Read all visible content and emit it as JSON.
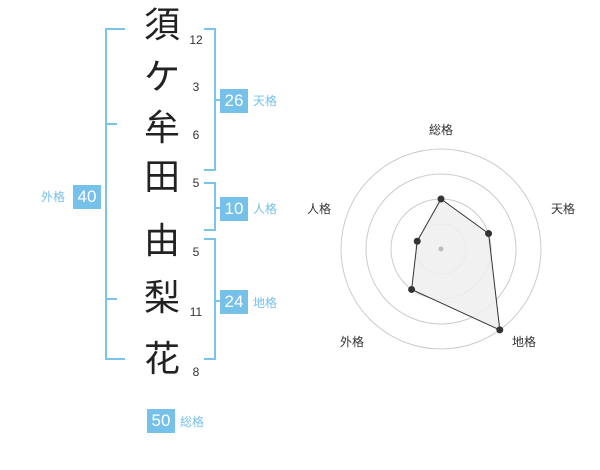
{
  "name": {
    "characters": [
      {
        "char": "須",
        "strokes": "12"
      },
      {
        "char": "ケ",
        "strokes": "3"
      },
      {
        "char": "牟",
        "strokes": "6"
      },
      {
        "char": "田",
        "strokes": "5"
      },
      {
        "char": "由",
        "strokes": "5"
      },
      {
        "char": "梨",
        "strokes": "11"
      },
      {
        "char": "花",
        "strokes": "8"
      }
    ]
  },
  "scores": {
    "tenkaku": {
      "value": "26",
      "label": "天格"
    },
    "jinkaku": {
      "value": "10",
      "label": "人格"
    },
    "chikaku": {
      "value": "24",
      "label": "地格"
    },
    "gaikaku": {
      "value": "40",
      "label": "外格"
    },
    "soukaku": {
      "value": "50",
      "label": "総格"
    }
  },
  "radar": {
    "axes": [
      "総格",
      "天格",
      "地格",
      "外格",
      "人格"
    ],
    "levels": 4,
    "values": [
      2,
      2,
      4,
      2,
      1
    ],
    "colors": {
      "ring": "#cccccc",
      "fill": "#eeeeee",
      "line": "#333333",
      "point": "#333333",
      "center": "#bbbbbb"
    }
  },
  "colors": {
    "accent": "#75c1ea",
    "bracket": "#7cc4ec"
  }
}
